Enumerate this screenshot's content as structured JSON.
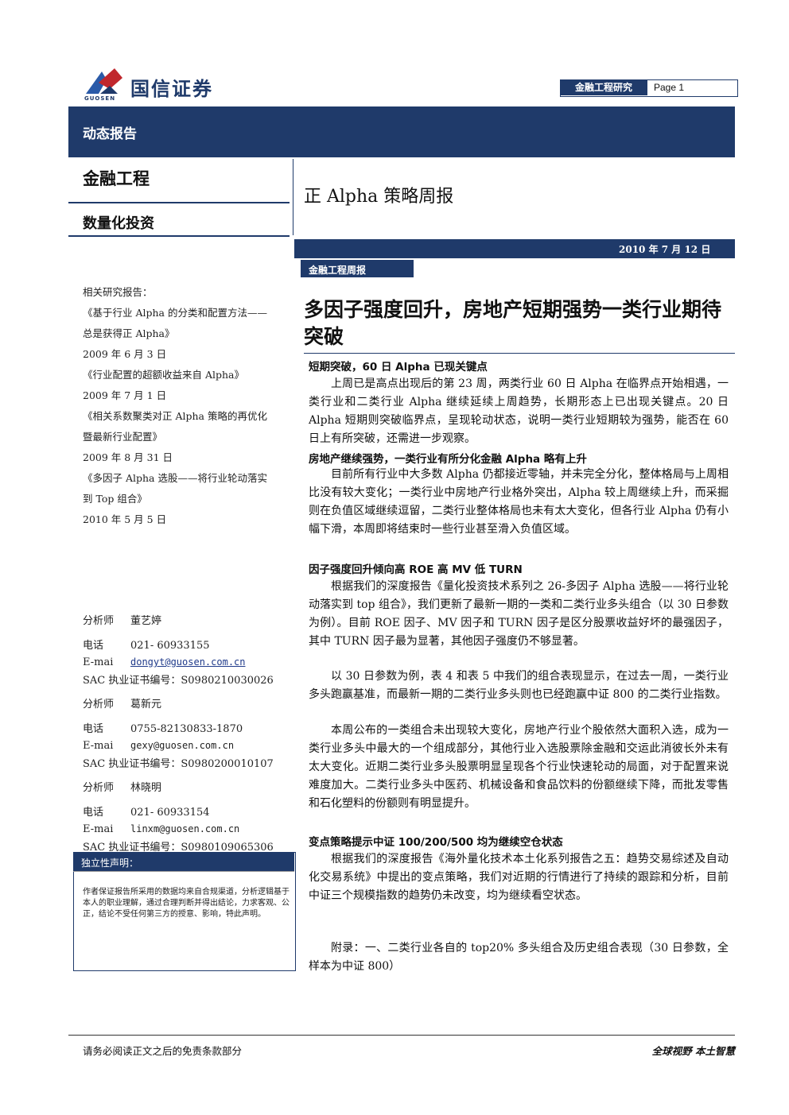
{
  "header": {
    "brand_name": "国信证券",
    "brand_en": "GUOSEN",
    "label": "金融工程研究",
    "page": "Page 1",
    "report_type": "动态报告",
    "category": "金融工程",
    "subcategory": "数量化投资",
    "doc_title": "正 Alpha 策略周报",
    "date": "2010 年 7 月 12 日",
    "tag": "金融工程周报"
  },
  "related": {
    "title": "相关研究报告：",
    "lines": [
      "《基于行业 Alpha 的分类和配置方法——",
      "总是获得正 Alpha》",
      "2009 年 6 月 3 日",
      "《行业配置的超额收益来自 Alpha》",
      "2009 年 7 月 1 日",
      "《相关系数聚类对正 Alpha 策略的再优化",
      "暨最新行业配置》",
      "2009 年 8 月 31 日",
      "《多因子 Alpha 选股——将行业轮动落实",
      "到 Top 组合》",
      "2010 年 5 月 5 日"
    ]
  },
  "analysts": [
    {
      "role": "分析师",
      "name": "董艺婷",
      "phone_label": "电话",
      "phone": "021- 60933155",
      "email_label": "E-mai",
      "email": "dongyt@guosen.com.cn",
      "sac": "SAC 执业证书编号：S0980210030026"
    },
    {
      "role": "分析师",
      "name": "葛新元",
      "phone_label": "电话",
      "phone": "0755-82130833-1870",
      "email_label": "E-mai",
      "email": "gexy@guosen.com.cn",
      "sac": "SAC 执业证书编号：S0980200010107"
    },
    {
      "role": "分析师",
      "name": "林晓明",
      "phone_label": "电话",
      "phone": "021- 60933154",
      "email_label": "E-mai",
      "email": "linxm@guosen.com.cn",
      "sac": "SAC 执业证书编号：S0980109065306"
    }
  ],
  "independence": {
    "title": "独立性声明：",
    "text": "作者保证报告所采用的数据均来自合规渠道，分析逻辑基于本人的职业理解，通过合理判断并得出结论，力求客观、公正，结论不受任何第三方的授意、影响，特此声明。"
  },
  "headline": "多因子强度回升，房地产短期强势一类行业期待突破",
  "sections": [
    {
      "heading": "短期突破，60 日 Alpha 已现关键点",
      "paragraphs": [
        "上周已是高点出现后的第 23 周，两类行业 60 日 Alpha 在临界点开始相遇，一类行业和二类行业 Alpha 继续延续上周趋势，长期形态上已出现关键点。20 日 Alpha 短期则突破临界点，呈现轮动状态，说明一类行业短期较为强势，能否在 60 日上有所突破，还需进一步观察。"
      ]
    },
    {
      "heading": "房地产继续强势，一类行业有所分化金融 Alpha 略有上升",
      "paragraphs": [
        "目前所有行业中大多数 Alpha 仍都接近零轴，并未完全分化，整体格局与上周相比没有较大变化；一类行业中房地产行业格外突出，Alpha 较上周继续上升，而采掘则在负值区域继续逗留，二类行业整体格局也未有太大变化，但各行业 Alpha 仍有小幅下滑，本周即将结束时一些行业甚至滑入负值区域。"
      ]
    },
    {
      "heading": "因子强度回升倾向高 ROE 高 MV 低 TURN",
      "paragraphs": [
        "根据我们的深度报告《量化投资技术系列之 26-多因子 Alpha 选股——将行业轮动落实到 top 组合》，我们更新了最新一期的一类和二类行业多头组合（以 30 日参数为例）。目前 ROE 因子、MV 因子和 TURN 因子是区分股票收益好坏的最强因子，其中 TURN 因子最为显著，其他因子强度仍不够显著。",
        "以 30 日参数为例，表 4 和表 5 中我们的组合表现显示，在过去一周，一类行业多头跑赢基准，而最新一期的二类行业多头则也已经跑赢中证 800 的二类行业指数。",
        "本周公布的一类组合未出现较大变化，房地产行业个股依然大面积入选，成为一类行业多头中最大的一个组成部分，其他行业入选股票除金融和交运此消彼长外未有太大变化。近期二类行业多头股票明显呈现各个行业快速轮动的局面，对于配置来说难度加大。二类行业多头中医药、机械设备和食品饮料的份额继续下降，而批发零售和石化塑料的份额则有明显提升。"
      ]
    },
    {
      "heading": "变点策略提示中证 100/200/500 均为继续空仓状态",
      "paragraphs": [
        "根据我们的深度报告《海外量化技术本土化系列报告之五：趋势交易综述及自动化交易系统》中提出的变点策略，我们对近期的行情进行了持续的跟踪和分析，目前中证三个规模指数的趋势仍未改变，均为继续看空状态。",
        "附录：一、二类行业各自的 top20% 多头组合及历史组合表现（30 日参数，全样本为中证 800）"
      ]
    }
  ],
  "footer": {
    "left": "请务必阅读正文之后的免责条款部分",
    "right": "全球视野  本土智慧"
  },
  "colors": {
    "brand_navy": "#1f3a6a",
    "logo_red": "#c0272d",
    "logo_blue": "#2a5aa8"
  }
}
